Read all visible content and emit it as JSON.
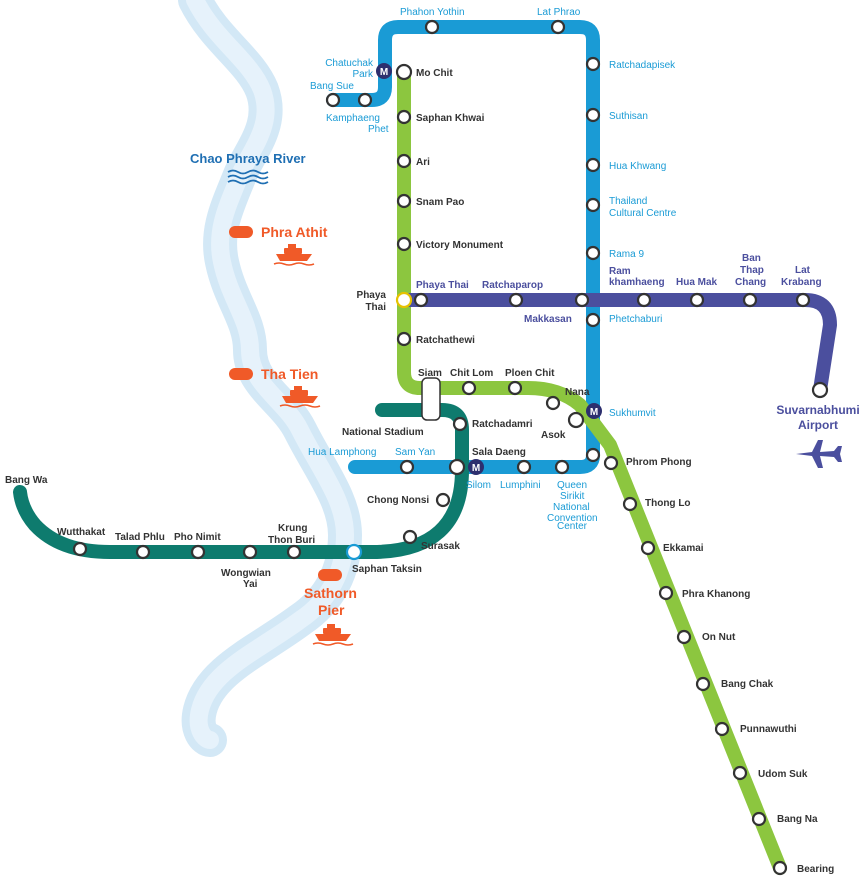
{
  "colors": {
    "sukhumvit_line": "#8cc63f",
    "silom_line": "#0e7b6e",
    "mrt_blue_line": "#1a9bd5",
    "airport_link": "#4b4f9e",
    "river": "#cfe6f5",
    "pier": "#f05a28"
  },
  "river": {
    "name": "Chao Phraya River"
  },
  "piers": {
    "phra_athit": "Phra Athit",
    "tha_tien": "Tha Tien",
    "sathorn_1": "Sathorn",
    "sathorn_2": "Pier"
  },
  "airport": {
    "line1": "Suvarnabhumi",
    "line2": "Airport"
  },
  "metro_badge": "M",
  "blue_line": {
    "phahon_yothin": "Phahon Yothin",
    "lat_phrao": "Lat Phrao",
    "ratchadapisek": "Ratchadapisek",
    "suthisan": "Suthisan",
    "hua_khwang": "Hua Khwang",
    "thailand_cc_1": "Thailand",
    "thailand_cc_2": "Cultural Centre",
    "rama9": "Rama 9",
    "phetchaburi": "Phetchaburi",
    "sukhumvit": "Sukhumvit",
    "chatuchak_1": "Chatuchak",
    "chatuchak_2": "Park",
    "bang_sue": "Bang Sue",
    "kamphaeng_1": "Kamphaeng",
    "kamphaeng_2": "Phet",
    "hua_lamphong": "Hua Lamphong",
    "sam_yan": "Sam Yan",
    "silom": "Silom",
    "lumphini": "Lumphini",
    "qsncc_1": "Queen",
    "qsncc_2": "Sirikit",
    "qsncc_3": "National",
    "qsncc_4": "Convention",
    "qsncc_5": "Center"
  },
  "sukhumvit_line": {
    "mo_chit": "Mo Chit",
    "saphan_khwai": "Saphan Khwai",
    "ari": "Ari",
    "snam_pao": "Snam Pao",
    "victory_monument": "Victory Monument",
    "phaya_thai_1": "Phaya",
    "phaya_thai_2": "Thai",
    "ratchathewi": "Ratchathewi",
    "siam": "Siam",
    "chit_lom": "Chit Lom",
    "ploen_chit": "Ploen Chit",
    "nana": "Nana",
    "asok": "Asok",
    "phrom_phong": "Phrom Phong",
    "thong_lo": "Thong Lo",
    "ekkamai": "Ekkamai",
    "phra_khanong": "Phra Khanong",
    "on_nut": "On Nut",
    "bang_chak": "Bang Chak",
    "punnawuthi": "Punnawuthi",
    "udom_suk": "Udom Suk",
    "bang_na": "Bang Na",
    "bearing": "Bearing"
  },
  "silom_line": {
    "national_stadium": "National Stadium",
    "ratchadamri": "Ratchadamri",
    "sala_daeng": "Sala Daeng",
    "chong_nonsi": "Chong Nonsi",
    "surasak": "Surasak",
    "saphan_taksin": "Saphan Taksin",
    "krung_1": "Krung",
    "krung_2": "Thon Buri",
    "wongwian_1": "Wongwian",
    "wongwian_2": "Yai",
    "pho_nimit": "Pho Nimit",
    "talad_phlu": "Talad Phlu",
    "wutthakat": "Wutthakat",
    "bang_wa": "Bang Wa"
  },
  "airport_link": {
    "phaya_thai": "Phaya Thai",
    "ratchaparop": "Ratchaparop",
    "makkasan": "Makkasan",
    "ram_1": "Ram",
    "ram_2": "khamhaeng",
    "hua_mak": "Hua Mak",
    "ban_thap_1": "Ban",
    "ban_thap_2": "Thap",
    "ban_thap_3": "Chang",
    "lat_krabang_1": "Lat",
    "lat_krabang_2": "Krabang"
  }
}
